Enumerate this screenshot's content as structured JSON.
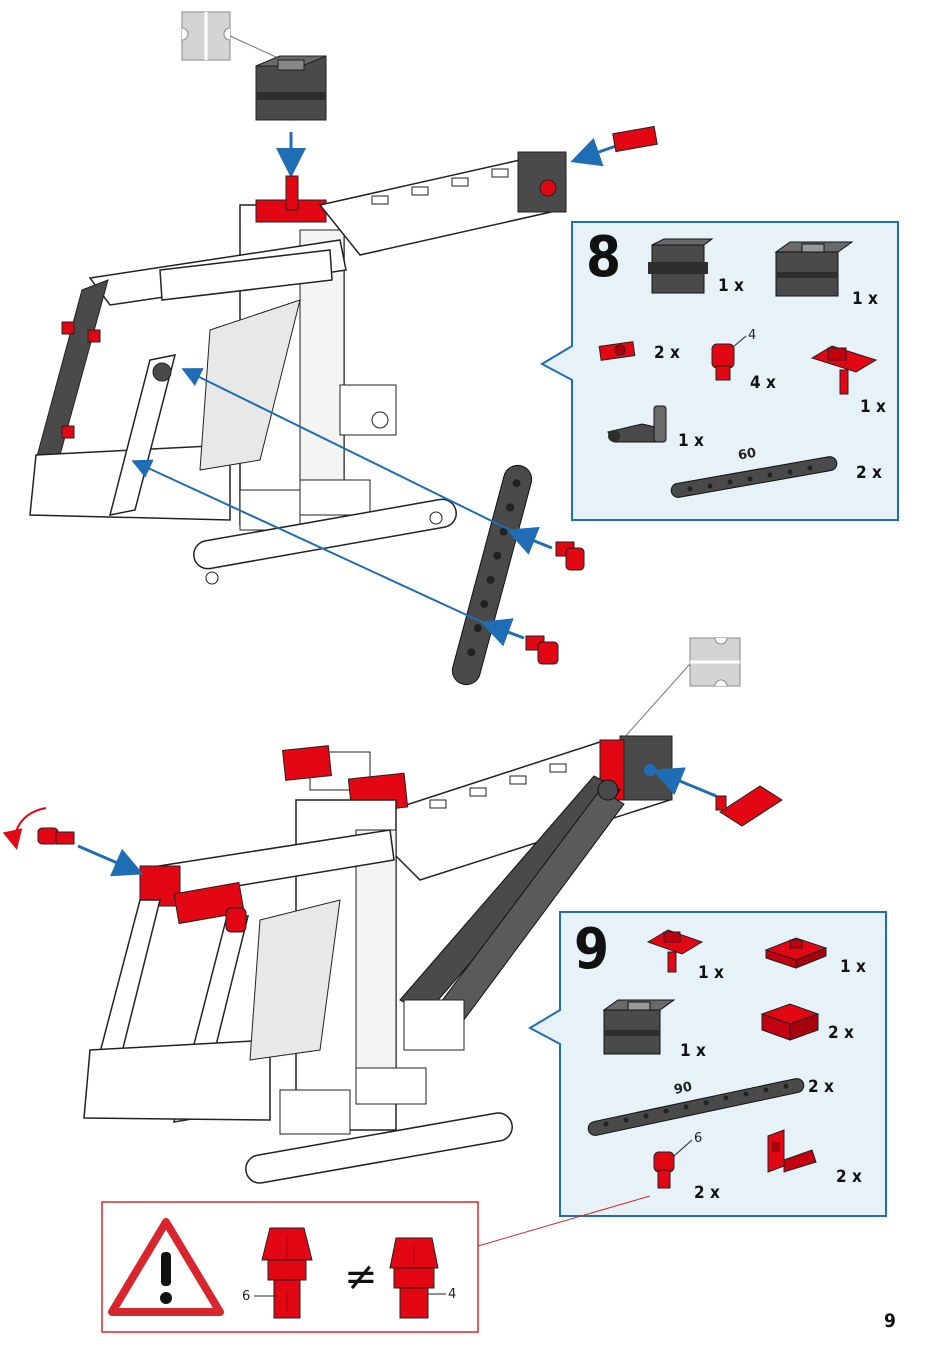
{
  "step8": {
    "number": "8",
    "parts": [
      {
        "icon": "dark-building-block-30-icon",
        "count": "1 x"
      },
      {
        "icon": "dark-building-block-with-bore-icon",
        "count": "1 x"
      },
      {
        "icon": "red-clip-adapter-icon",
        "count": "2 x"
      },
      {
        "icon": "red-connector-4-icon",
        "count": "4 x",
        "label": "4"
      },
      {
        "icon": "red-angle-support-icon",
        "count": "1 x"
      },
      {
        "icon": "grey-hinge-axle-icon",
        "count": "1 x"
      },
      {
        "icon": "strut-60-icon",
        "count": "2 x",
        "label": "60"
      }
    ]
  },
  "step9": {
    "number": "9",
    "parts": [
      {
        "icon": "red-angle-support-icon",
        "count": "1 x"
      },
      {
        "icon": "red-building-plate-icon",
        "count": "1 x"
      },
      {
        "icon": "dark-building-block-with-bore-icon",
        "count": "1 x"
      },
      {
        "icon": "red-double-clip-block-icon",
        "count": "2 x"
      },
      {
        "icon": "strut-90-icon",
        "count": "2 x",
        "label": "90"
      },
      {
        "icon": "red-connector-6-icon",
        "count": "2 x",
        "label": "6"
      },
      {
        "icon": "red-angle-block-icon",
        "count": "2 x"
      }
    ]
  },
  "warning": {
    "left_label": "6",
    "symbol": "≠",
    "right_label": "4"
  },
  "page_number": "9",
  "colors": {
    "accent_blue": "#1f6db5",
    "panel_fill": "#e6f2f8",
    "part_red": "#e30613",
    "part_dark": "#4a4a4a",
    "warning_red": "#d9262c"
  }
}
